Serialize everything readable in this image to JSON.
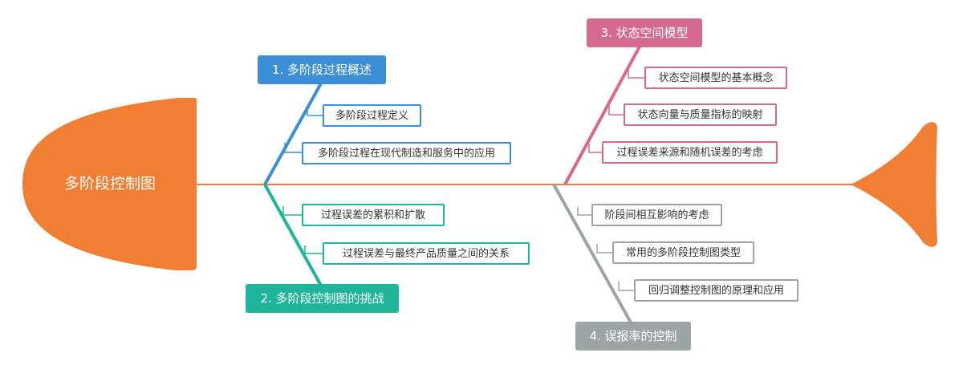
{
  "diagram": {
    "head": {
      "label": "多阶段控制图",
      "color": "#f07f33"
    },
    "spine_color": "#f07f33",
    "branches": [
      {
        "label": "1. 多阶段过程概述",
        "color": "#3c8fd6",
        "items": [
          "多阶段过程定义",
          "多阶段过程在现代制造和服务中的应用"
        ]
      },
      {
        "label": "2. 多阶段控制图的挑战",
        "color": "#1fb59a",
        "items": [
          "过程误差的累积和扩散",
          "过程误差与最终产品质量之间的关系"
        ]
      },
      {
        "label": "3. 状态空间模型",
        "color": "#d6698f",
        "items": [
          "状态空间模型的基本概念",
          "状态向量与质量指标的映射",
          "过程误差来源和随机误差的考虑"
        ]
      },
      {
        "label": "4. 误报率的控制",
        "color": "#9ea4a4",
        "items": [
          "阶段间相互影响的考虑",
          "常用的多阶段控制图类型",
          "回归调整控制图的原理和应用"
        ]
      }
    ]
  }
}
